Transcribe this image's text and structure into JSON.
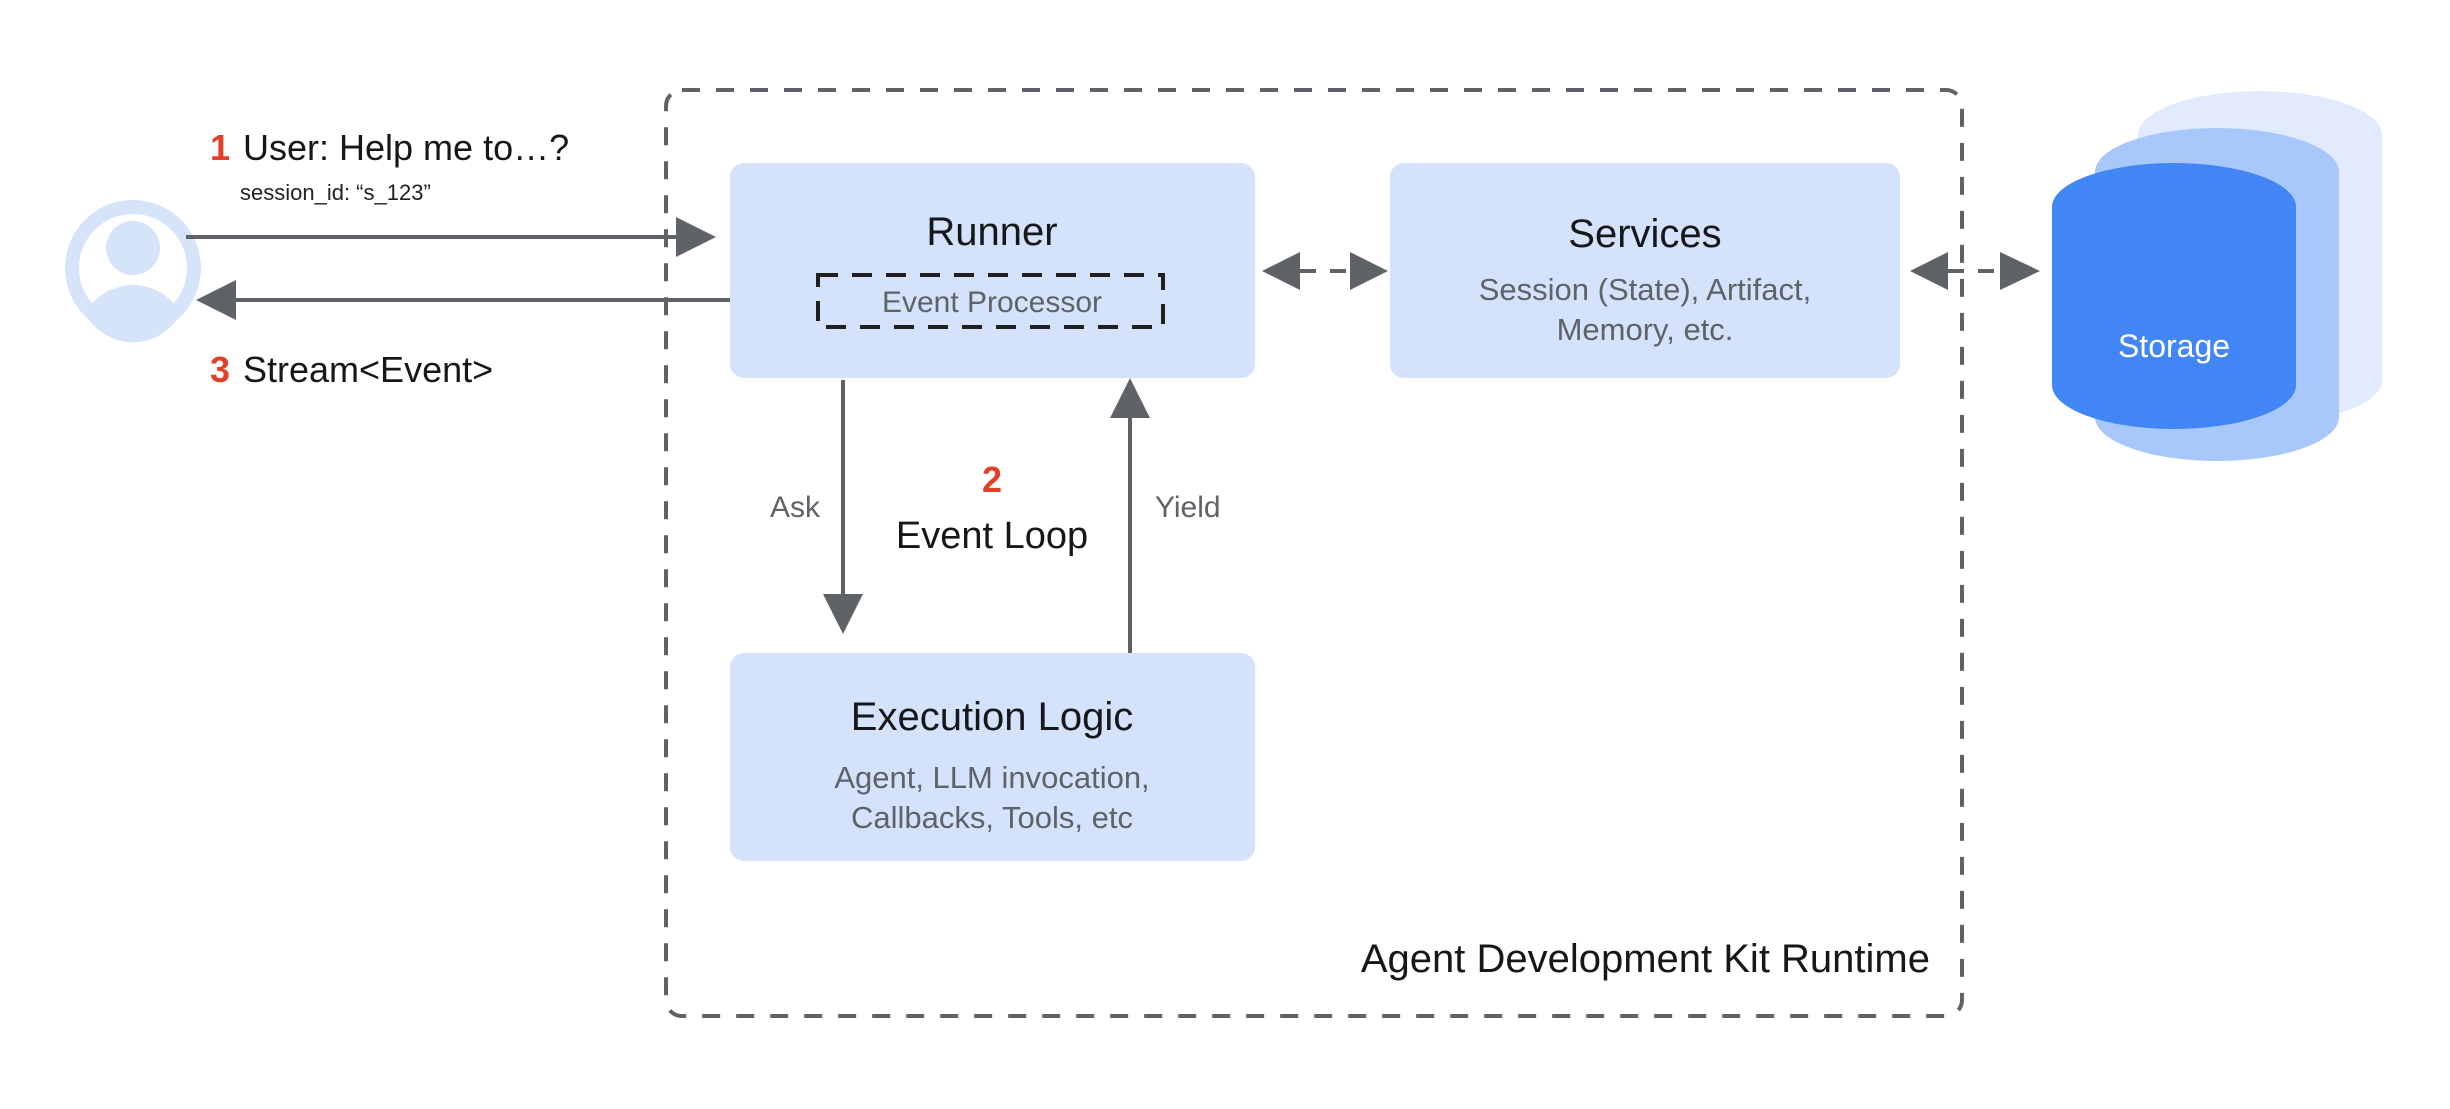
{
  "diagram": {
    "title": "Agent Development Kit Runtime",
    "colors": {
      "box_fill": "#d4e2fc",
      "accent_red": "#e04127",
      "line_gray": "#5f6368",
      "storage_front": "#4285f4",
      "storage_mid": "#a8c7fa",
      "storage_back": "#e1ebfd",
      "avatar_blue": "#d6e4fa",
      "text_dark": "#15171a",
      "text_gray": "#5f6368"
    },
    "actor": {
      "icon": "user-avatar-icon",
      "name": "User"
    },
    "steps": [
      {
        "num": "1",
        "text": "User: Help me to…?",
        "detail": "session_id: “s_123”"
      },
      {
        "num": "2",
        "text": "Event Loop",
        "detail": ""
      },
      {
        "num": "3",
        "text": "Stream<Event>",
        "detail": ""
      }
    ],
    "nodes": {
      "runner": {
        "title": "Runner",
        "inner": "Event Processor"
      },
      "services": {
        "title": "Services",
        "sub_line1": "Session (State), Artifact,",
        "sub_line2": "Memory, etc."
      },
      "execution": {
        "title": "Execution Logic",
        "sub_line1": "Agent, LLM invocation,",
        "sub_line2": "Callbacks, Tools, etc"
      },
      "storage": {
        "label": "Storage"
      }
    },
    "edges": {
      "ask": "Ask",
      "yield": "Yield"
    }
  }
}
